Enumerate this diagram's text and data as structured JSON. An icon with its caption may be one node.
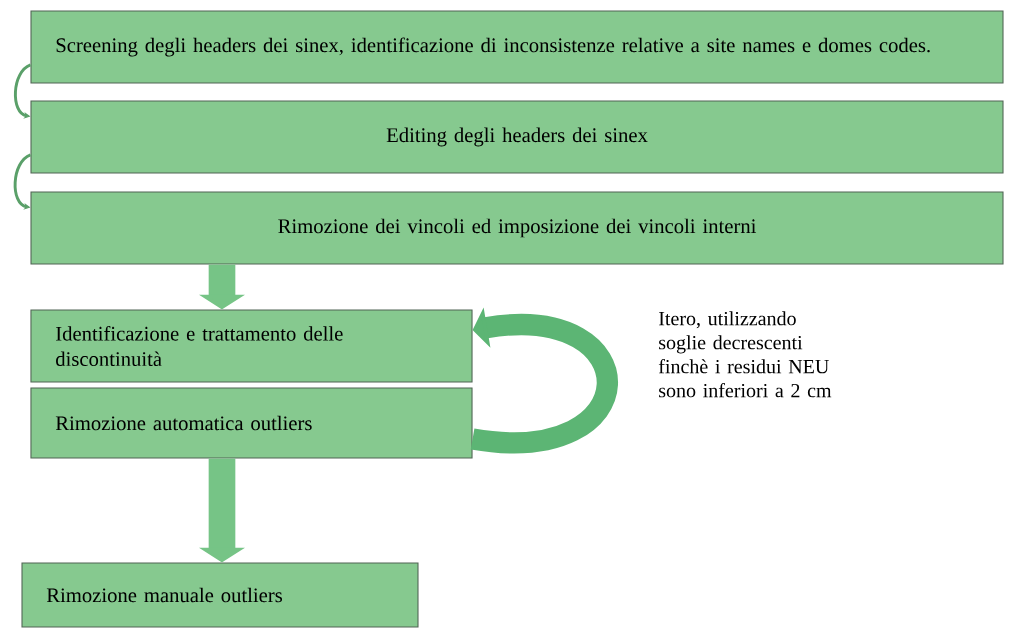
{
  "diagram": {
    "nodes": [
      {
        "text": [
          "Screening degli headers dei sinex, identificazione di inconsistenze relative a site names e domes codes."
        ]
      },
      {
        "text": [
          "Editing degli headers dei sinex"
        ]
      },
      {
        "text": [
          "Rimozione dei vincoli ed imposizione dei vincoli interni"
        ]
      },
      {
        "text": [
          "Identificazione e trattamento delle discontinuità"
        ]
      },
      {
        "text": [
          "Rimozione automatica outliers"
        ]
      },
      {
        "text": [
          "Rimozione manuale outliers"
        ]
      }
    ],
    "edges": [
      {
        "from": 0,
        "to": 1,
        "arrow": "to"
      },
      {
        "from": 1,
        "to": 2,
        "arrow": "to"
      },
      {
        "from": 2,
        "to": 3,
        "arrow": "to"
      },
      {
        "from": 4,
        "to": 3,
        "arrow": "to",
        "color": "#5cb574"
      },
      {
        "from": 4,
        "to": 5,
        "arrow": "to"
      }
    ],
    "labels": [
      "Itero, utilizzando soglie decrescenti finchè i residui NEU sono inferiori a 2 cm"
    ]
  }
}
